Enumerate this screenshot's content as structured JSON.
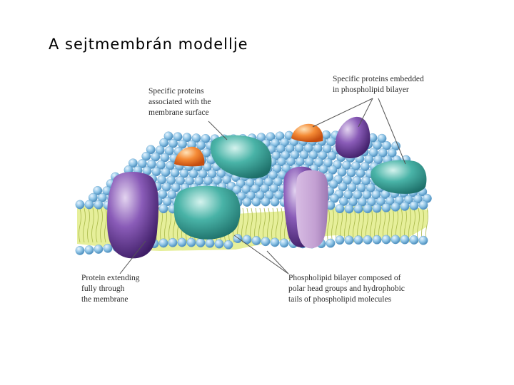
{
  "slide": {
    "title": "A sejtmembrán modellje"
  },
  "labels": {
    "surface_proteins": [
      "Specific proteins",
      "associated with the",
      "membrane surface"
    ],
    "embedded_proteins": [
      "Specific proteins embedded",
      "in phospholipid bilayer"
    ],
    "transmembrane_protein": [
      "Protein extending",
      "fully through",
      "the membrane"
    ],
    "bilayer": [
      "Phospholipid bilayer composed of",
      "polar head groups and hydrophobic",
      "tails of phospholipid molecules"
    ]
  },
  "colors": {
    "head": "#8ec4e6",
    "head_dark": "#5f9fcc",
    "tail": "#e6ef9a",
    "tail_line": "#a9b94a",
    "purple": "#6b3e9a",
    "teal": "#3aa79d",
    "orange": "#f07a28",
    "lilac": "#c3a0d2",
    "leader": "#555555"
  }
}
